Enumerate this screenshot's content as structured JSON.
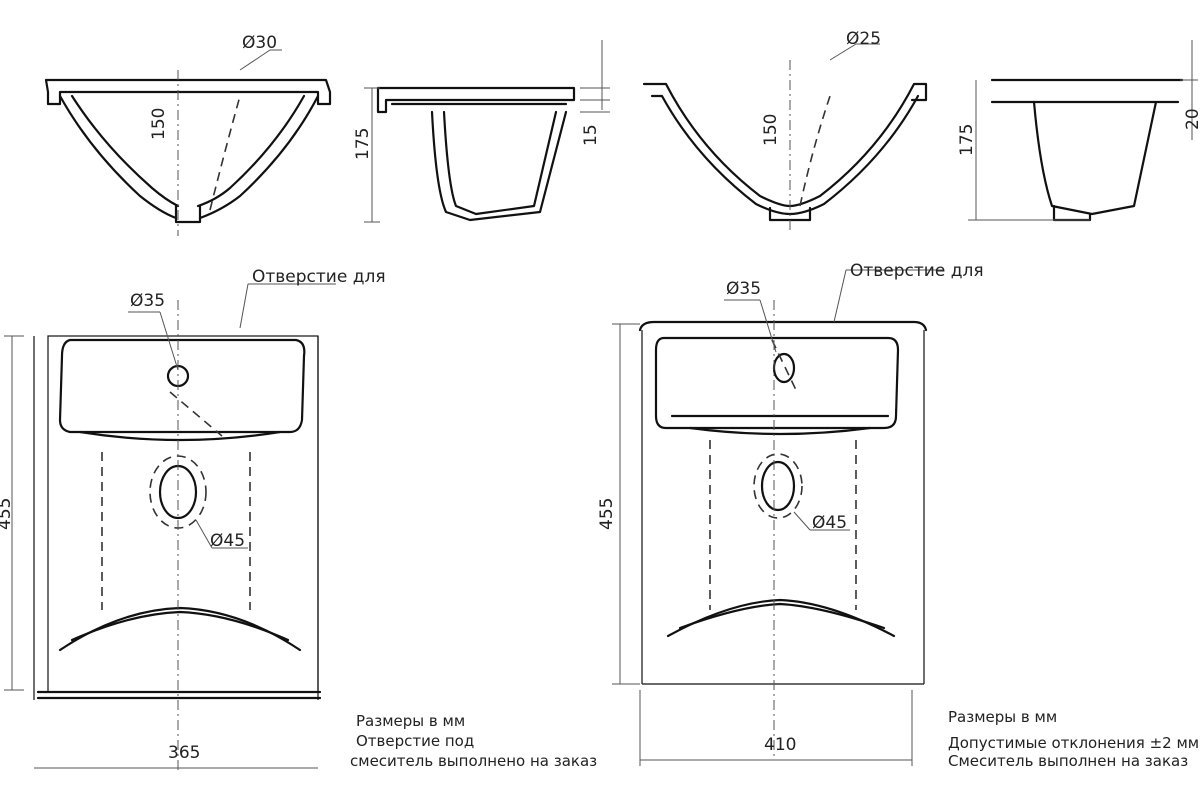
{
  "labels": {
    "top_left_diameter": "Ø30",
    "top_left_depth": "150",
    "side_left_height": "175",
    "side_left_small": "15",
    "top_right_diameter": "Ø25",
    "top_right_depth": "150",
    "side_right_height": "175",
    "side_right_top": "20",
    "plan_left_tap_diameter": "Ø35",
    "plan_left_overflow_label": "Отверстие для",
    "plan_left_drain_diameter": "Ø45",
    "plan_left_height": "455",
    "plan_left_width": "365",
    "plan_right_tap_diameter": "Ø35",
    "plan_right_overflow_label": "Отверстие для",
    "plan_right_drain_diameter": "Ø45",
    "plan_right_height": "455",
    "plan_right_width": "410"
  },
  "notes_left": [
    "Размеры в мм",
    "Отверстие под",
    "смеситель выполнено на заказ"
  ],
  "notes_right": [
    "Размеры в мм",
    "Допустимые отклонения ±2 мм",
    "Смеситель выполнен на заказ"
  ]
}
